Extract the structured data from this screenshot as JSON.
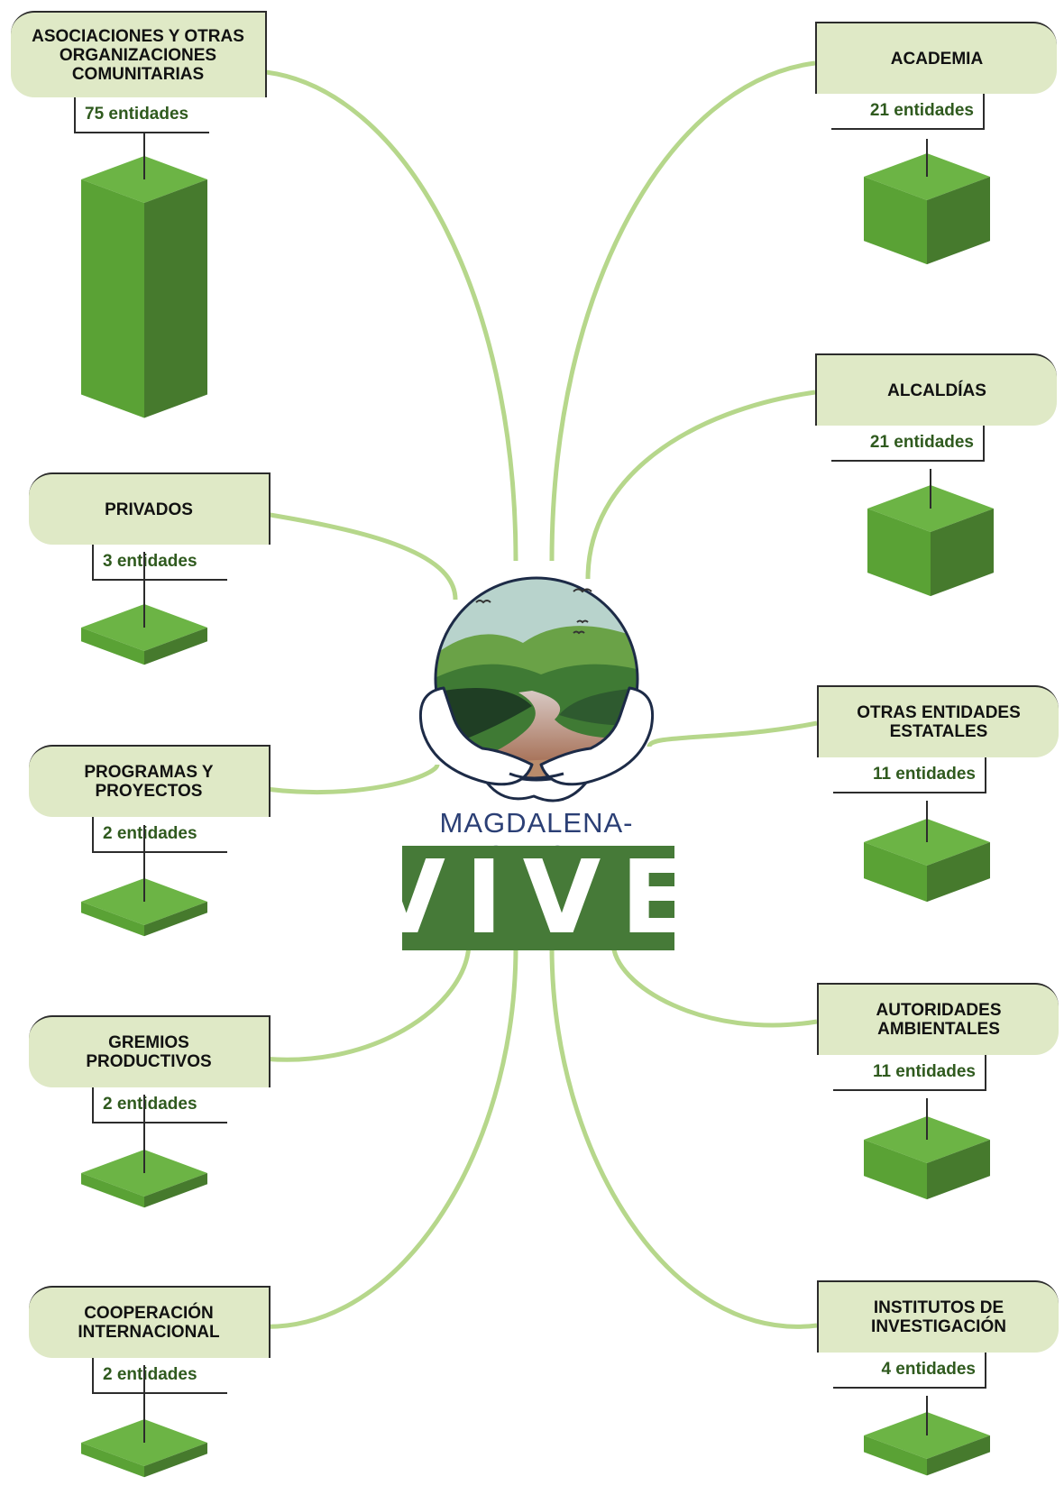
{
  "colors": {
    "box_fill": "#dfe9c6",
    "connector": "#b6d78b",
    "block_front": "#5aa235",
    "block_side": "#467a2d",
    "block_top": "#6cb445",
    "count_text": "#2f5a1e",
    "brand_blue": "#2b3f75",
    "brand_green": "#467a38"
  },
  "logo": {
    "line1": "MAGDALENA-CAUCA",
    "line2": "VIVE"
  },
  "chart_data": {
    "type": "bar",
    "categories": [
      "ASOCIACIONES Y OTRAS ORGANIZACIONES COMUNITARIAS",
      "PRIVADOS",
      "PROGRAMAS Y PROYECTOS",
      "GREMIOS PRODUCTIVOS",
      "COOPERACIÓN INTERNACIONAL",
      "ACADEMIA",
      "ALCALDÍAS",
      "OTRAS ENTIDADES ESTATALES",
      "AUTORIDADES AMBIENTALES",
      "INSTITUTOS DE INVESTIGACIÓN"
    ],
    "values": [
      75,
      3,
      2,
      2,
      2,
      21,
      21,
      11,
      11,
      4
    ],
    "unit": "entidades"
  },
  "nodes": [
    {
      "id": "asociaciones",
      "label": "ASOCIACIONES Y OTRAS\nORGANIZACIONES\nCOMUNITARIAS",
      "count_text": "75 entidades",
      "value": 75,
      "side": "left"
    },
    {
      "id": "privados",
      "label": "PRIVADOS",
      "count_text": "3 entidades",
      "value": 3,
      "side": "left"
    },
    {
      "id": "programas",
      "label": "PROGRAMAS Y\nPROYECTOS",
      "count_text": "2 entidades",
      "value": 2,
      "side": "left"
    },
    {
      "id": "gremios",
      "label": "GREMIOS\nPRODUCTIVOS",
      "count_text": "2 entidades",
      "value": 2,
      "side": "left"
    },
    {
      "id": "cooperacion",
      "label": "COOPERACIÓN\nINTERNACIONAL",
      "count_text": "2 entidades",
      "value": 2,
      "side": "left"
    },
    {
      "id": "academia",
      "label": "ACADEMIA",
      "count_text": "21 entidades",
      "value": 21,
      "side": "right"
    },
    {
      "id": "alcaldias",
      "label": "ALCALDÍAS",
      "count_text": "21 entidades",
      "value": 21,
      "side": "right"
    },
    {
      "id": "otras-estatales",
      "label": "OTRAS ENTIDADES\nESTATALES",
      "count_text": "11 entidades",
      "value": 11,
      "side": "right"
    },
    {
      "id": "autoridades",
      "label": "AUTORIDADES\nAMBIENTALES",
      "count_text": "11 entidades",
      "value": 11,
      "side": "right"
    },
    {
      "id": "institutos",
      "label": "INSTITUTOS DE\nINVESTIGACIÓN",
      "count_text": "4 entidades",
      "value": 4,
      "side": "right"
    }
  ]
}
